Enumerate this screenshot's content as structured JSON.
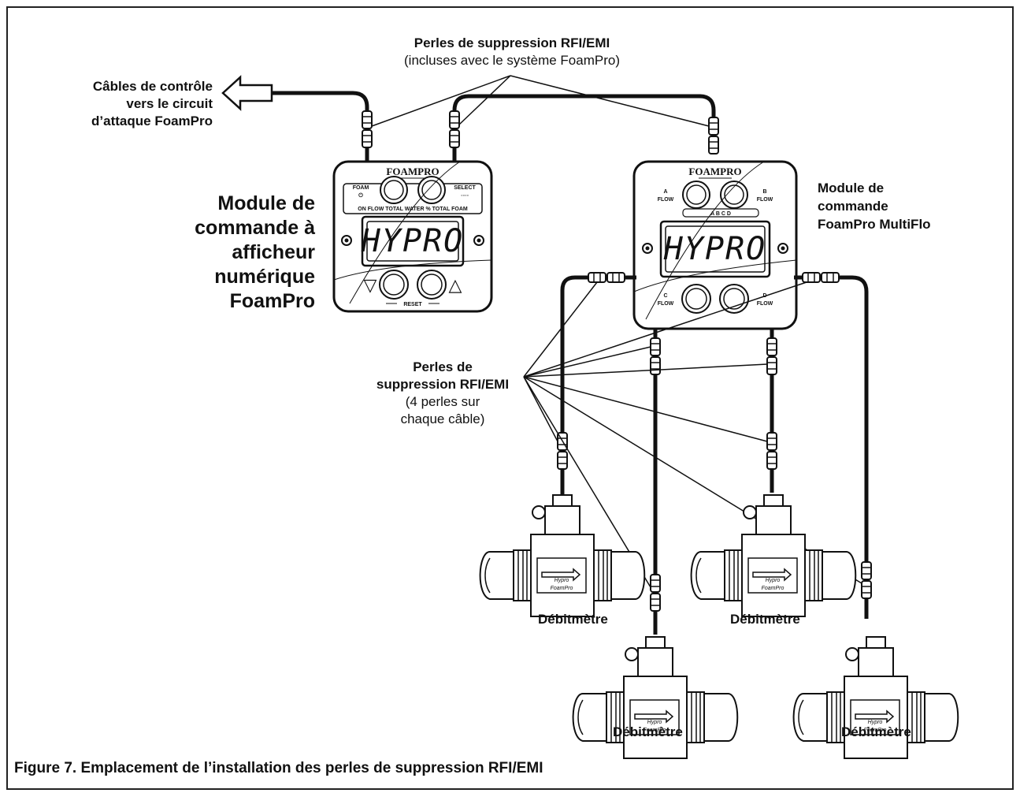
{
  "labels": {
    "top_beads_title": "Perles de suppression RFI/EMI",
    "top_beads_sub": "(incluses avec le système FoamPro)",
    "control_cables_1": "Câbles de contrôle",
    "control_cables_2": "vers le  circuit",
    "control_cables_3": "d’attaque FoamPro",
    "digital_module_1": "Module de",
    "digital_module_2": "commande à",
    "digital_module_3": "afficheur",
    "digital_module_4": "numérique",
    "digital_module_5": "FoamPro",
    "multiflo_1": "Module de",
    "multiflo_2": "commande",
    "multiflo_3": "FoamPro MultiFlo",
    "mid_beads_1": "Perles de",
    "mid_beads_2": "suppression RFI/EMI",
    "mid_beads_3": "(4 perles sur",
    "mid_beads_4": "chaque câble)",
    "flowmeter": "Débitmètre"
  },
  "device_left": {
    "brand": "FOAMPRO",
    "display": "HYPRO",
    "foam": "FOAM",
    "select": "SELECT",
    "row": "ON   FLOW  TOTAL WATER  %  TOTAL FOAM",
    "reset": "RESET"
  },
  "device_right": {
    "brand": "FOAMPRO",
    "display": "HYPRO",
    "a_flow_1": "A",
    "a_flow_2": "FLOW",
    "b_flow_1": "B",
    "b_flow_2": "FLOW",
    "c_flow_1": "C",
    "c_flow_2": "FLOW",
    "d_flow_1": "D",
    "d_flow_2": "FLOW",
    "abcd": "A    B    C    D"
  },
  "meter": {
    "arrow_text": "Hypro",
    "brand": "FoamPro"
  },
  "caption": "Figure 7. Emplacement de l’installation des perles de suppression RFI/EMI"
}
